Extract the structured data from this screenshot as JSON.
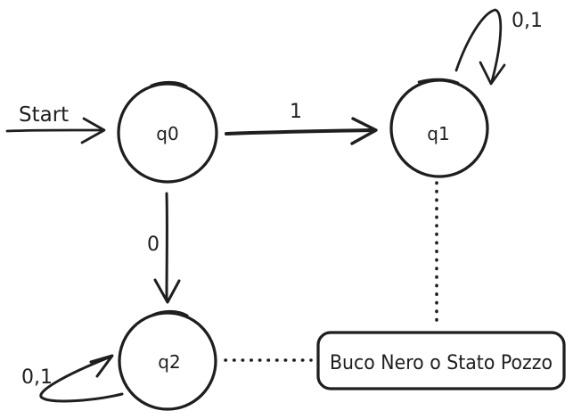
{
  "diagram": {
    "start_label": "Start",
    "states": [
      {
        "label": "q0"
      },
      {
        "label": "q1"
      },
      {
        "label": "q2"
      }
    ],
    "edges": {
      "q0_to_q1_label": "1",
      "q0_to_q2_label": "0",
      "q1_self_loop_label": "0,1",
      "q2_self_loop_label": "0,1"
    },
    "note_box": {
      "text": "Buco Nero o Stato Pozzo"
    },
    "colors": {
      "ink": "#1e1e1e",
      "hatch_pink": "#f5b6b6",
      "box_fill": "#fbe28b",
      "box_border": "#1e1e1e",
      "box_text": "#ef9712"
    }
  }
}
